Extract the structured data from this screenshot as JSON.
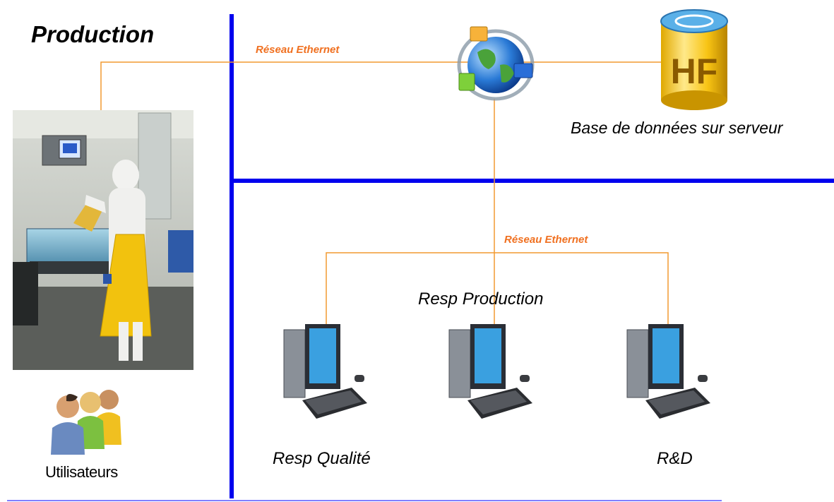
{
  "diagram": {
    "title": "Production",
    "network_label_top": "Réseau Ethernet",
    "network_label_bottom": "Réseau Ethernet",
    "server_caption": "Base de données sur serveur",
    "server_logo_text": "HF",
    "workstations": [
      {
        "label": "Resp Qualité"
      },
      {
        "label": "Resp Production"
      },
      {
        "label": "R&D"
      }
    ],
    "users_caption": "Utilisateurs"
  },
  "colors": {
    "divider": "#0000ee",
    "ethernet_line": "#f29a30",
    "network_text": "#f07020"
  },
  "icons": {
    "photo": "production-worker-photo",
    "network": "globe-network-icon",
    "database": "database-hf-icon",
    "computer": "desktop-computer-icon",
    "users": "users-group-icon"
  }
}
